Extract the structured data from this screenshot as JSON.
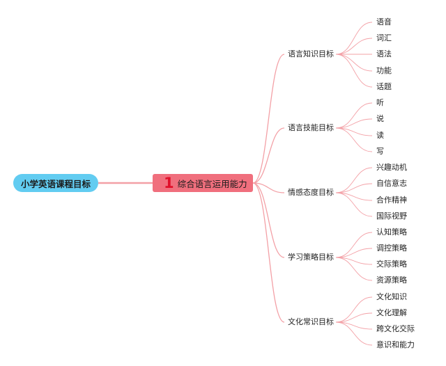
{
  "root": {
    "label": "小学英语课程目标"
  },
  "main": {
    "number": "1",
    "label": "综合语言运用能力"
  },
  "categories": [
    {
      "label": "语言知识目标",
      "items": [
        "语音",
        "词汇",
        "语法",
        "功能",
        "话题"
      ]
    },
    {
      "label": "语言技能目标",
      "items": [
        "听",
        "说",
        "读",
        "写"
      ]
    },
    {
      "label": "情感态度目标",
      "items": [
        "兴趣动机",
        "自信意志",
        "合作精神",
        "国际视野"
      ]
    },
    {
      "label": "学习策略目标",
      "items": [
        "认知策略",
        "调控策略",
        "交际策略",
        "资源策略"
      ]
    },
    {
      "label": "文化常识目标",
      "items": [
        "文化知识",
        "文化理解",
        "跨文化交际",
        "意识和能力"
      ]
    }
  ],
  "colors": {
    "root_fill": "#62ccf1",
    "main_fill": "#f06f7d",
    "main_number": "#e0102a",
    "connector": "#f3a0a6"
  }
}
